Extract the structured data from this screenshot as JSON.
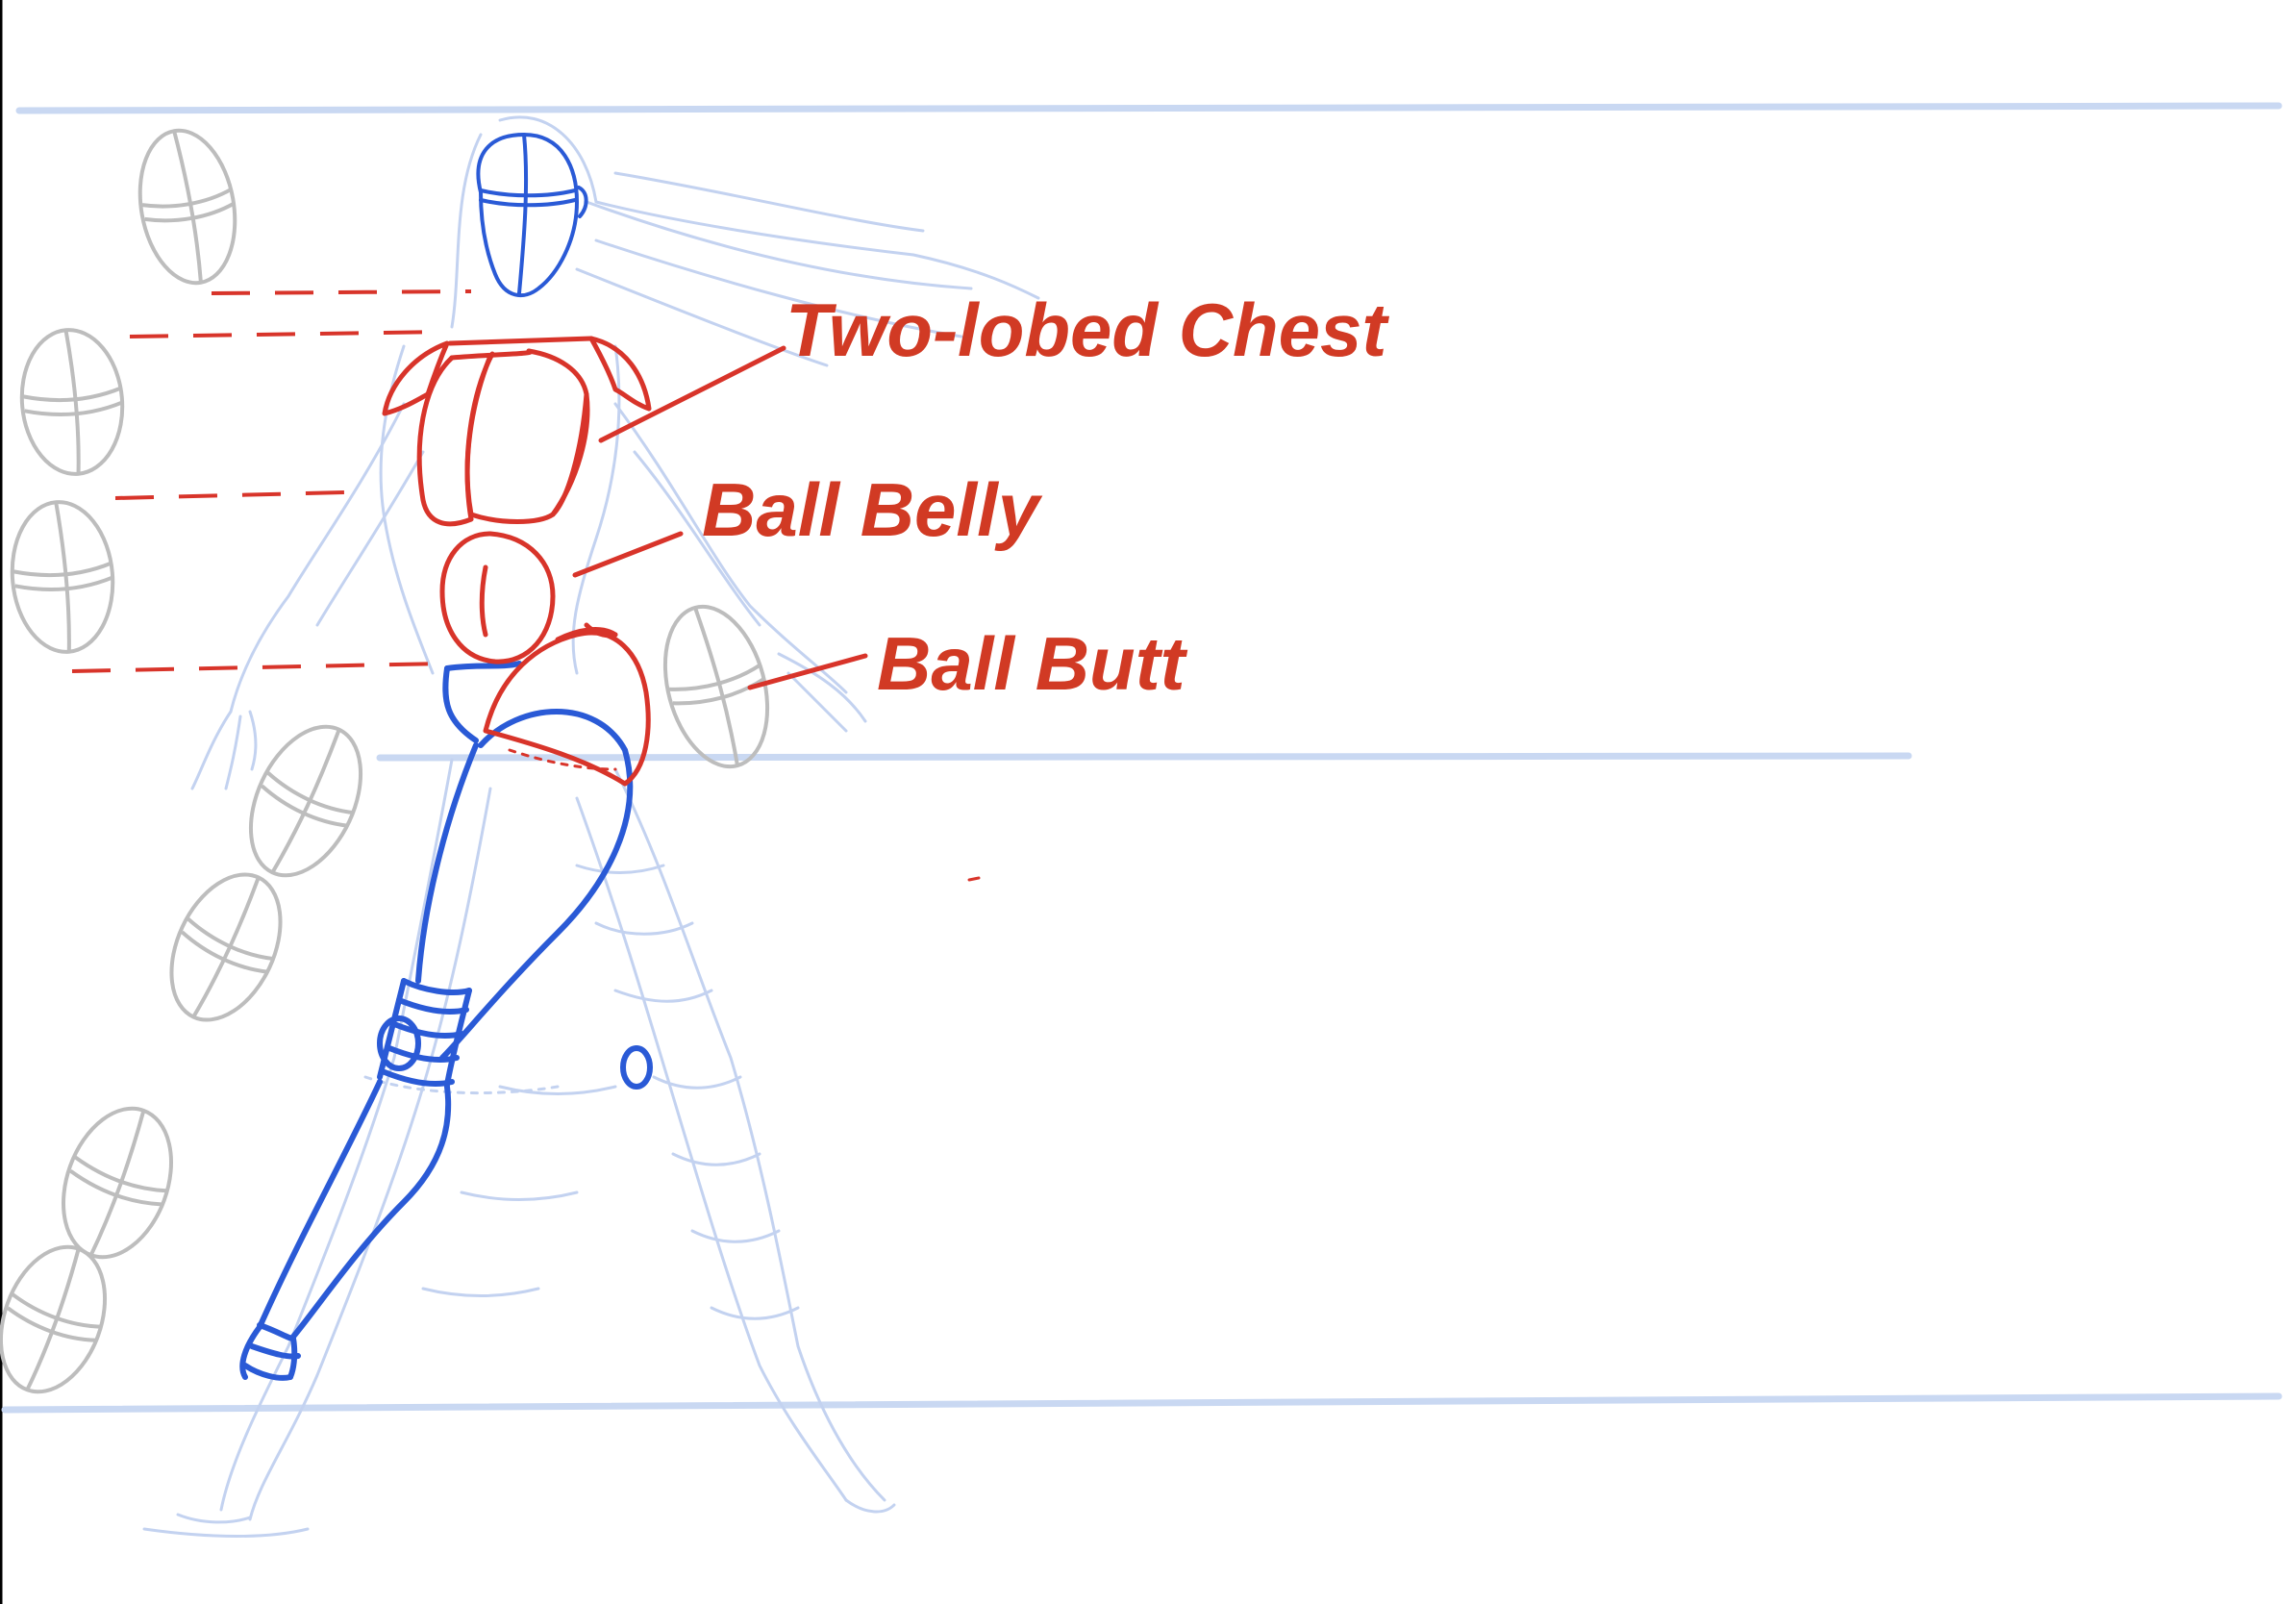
{
  "labels": {
    "chest": "Two-lobed Chest",
    "belly": "Ball Belly",
    "butt": "Ball Butt"
  },
  "colors": {
    "label_red": "#d13a24",
    "construction_red": "#d8342a",
    "construction_blue": "#2a5ad6",
    "guide_blue": "#c9d8f2",
    "sketch_light_blue": "#b9c9ee",
    "head_gray": "#bdbdbd",
    "left_border": "#000000"
  }
}
